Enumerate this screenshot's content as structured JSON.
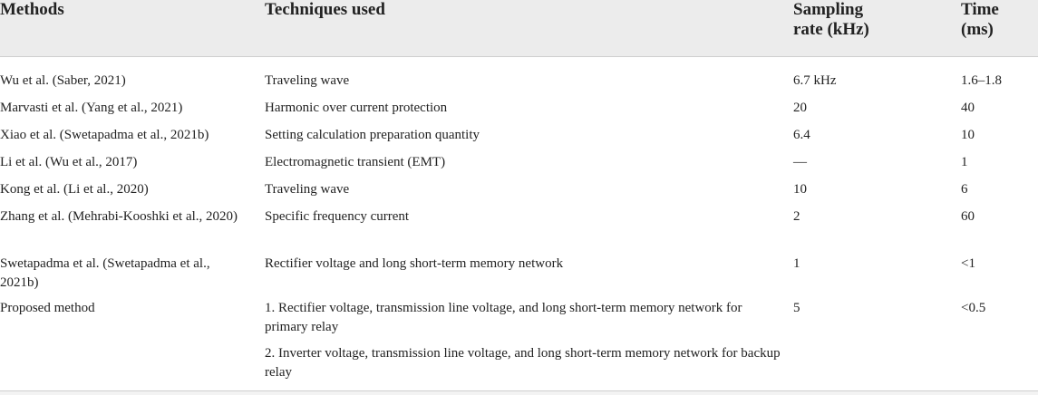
{
  "table": {
    "headers": [
      "Methods",
      "Techniques used",
      "Sampling rate (kHz)",
      "Time (ms)"
    ],
    "rows": [
      {
        "method": "Wu et al. (Saber, 2021)",
        "technique": "Traveling wave",
        "rate": "6.7 kHz",
        "time": "1.6–1.8"
      },
      {
        "method": "Marvasti et al. (Yang et al., 2021)",
        "technique": "Harmonic over current protection",
        "rate": "20",
        "time": "40"
      },
      {
        "method": "Xiao et al. (Swetapadma et al., 2021b)",
        "technique": "Setting calculation preparation quantity",
        "rate": "6.4",
        "time": "10"
      },
      {
        "method": "Li et al. (Wu et al., 2017)",
        "technique": "Electromagnetic transient (EMT)",
        "rate": "—",
        "time": "1"
      },
      {
        "method": "Kong et al. (Li et al., 2020)",
        "technique": "Traveling wave",
        "rate": "10",
        "time": "6"
      },
      {
        "method": "Zhang et al. (Mehrabi-Kooshki et al., 2020)",
        "technique": "Specific frequency current",
        "rate": "2",
        "time": "60"
      },
      {
        "method": "Swetapadma et al. (Swetapadma et al., 2021b)",
        "technique": "Rectifier voltage and long short-term memory network",
        "rate": "1",
        "time": "<1"
      },
      {
        "method": "Proposed method",
        "technique": "1. Rectifier voltage, transmission line voltage, and long short-term memory network for primary relay",
        "rate": "5",
        "time": "<0.5"
      },
      {
        "method": "",
        "technique": "2. Inverter voltage, transmission line voltage, and long short-term memory network for backup relay",
        "rate": "",
        "time": ""
      }
    ]
  }
}
